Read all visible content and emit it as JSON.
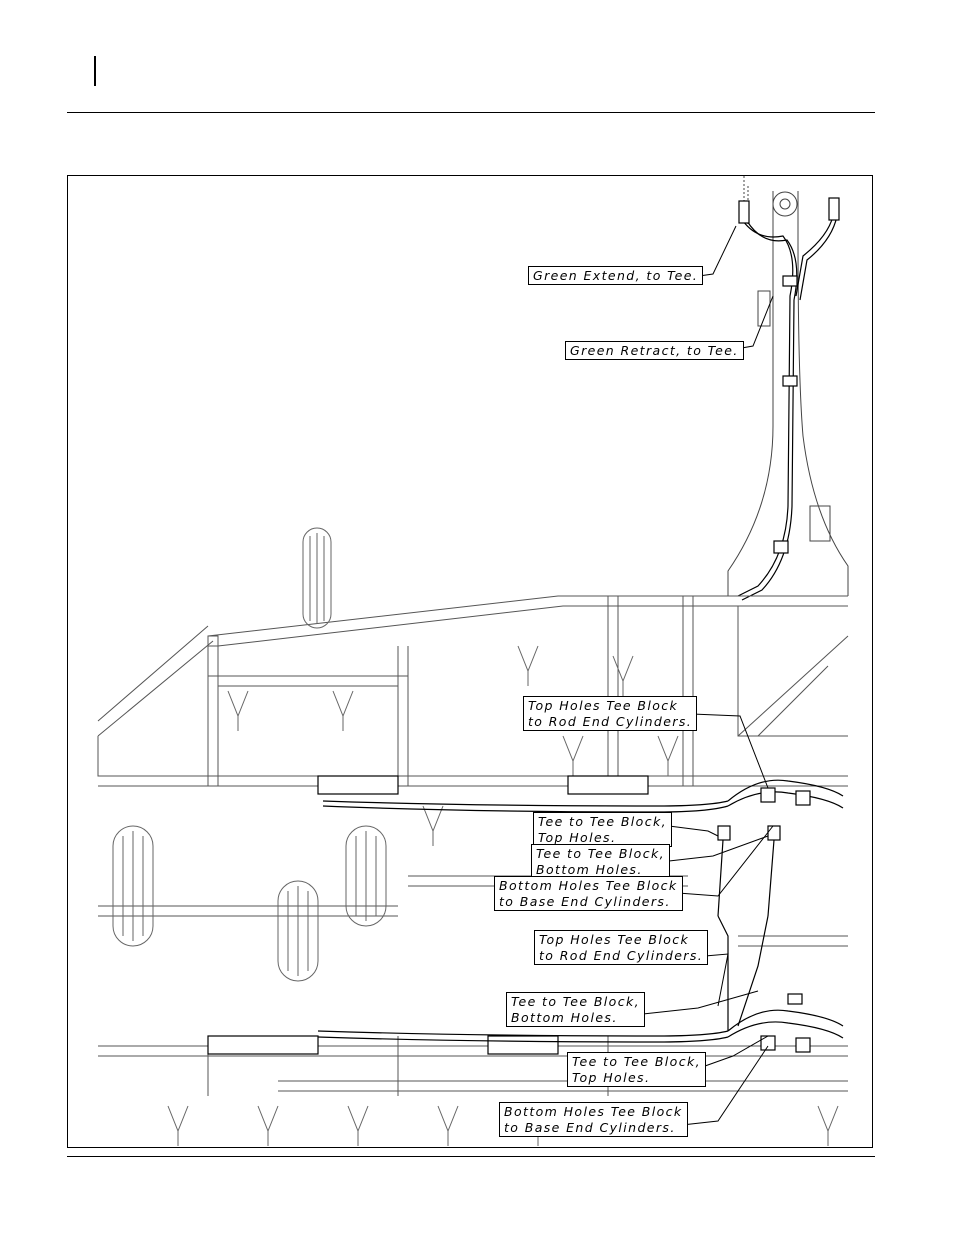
{
  "callouts": {
    "green_extend": "Green Extend, to Tee.",
    "green_retract": "Green Retract, to Tee.",
    "top_holes_rod_upper": [
      "Top Holes Tee Block",
      "to Rod End Cylinders."
    ],
    "tee_top_upper": [
      "Tee to Tee Block,",
      "Top Holes."
    ],
    "tee_bottom_upper": [
      "Tee to Tee Block,",
      "Bottom Holes."
    ],
    "bottom_holes_base_upper": [
      "Bottom Holes Tee Block",
      "to Base End Cylinders."
    ],
    "top_holes_rod_lower": [
      "Top Holes Tee Block",
      "to Rod End Cylinders."
    ],
    "tee_bottom_lower": [
      "Tee to Tee Block,",
      "Bottom Holes."
    ],
    "tee_top_lower": [
      "Tee to Tee Block,",
      "Top Holes."
    ],
    "bottom_holes_base_lower": [
      "Bottom Holes Tee Block",
      "to Base End Cylinders."
    ]
  }
}
